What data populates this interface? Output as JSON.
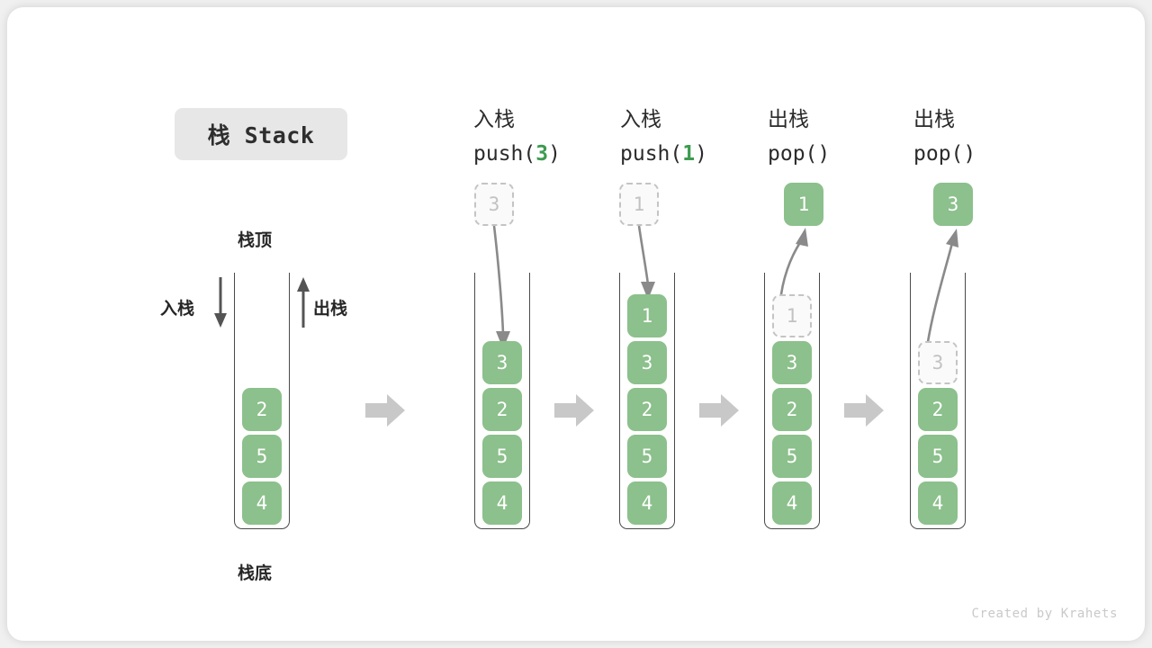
{
  "title_badge": {
    "label": "栈 Stack"
  },
  "left_diagram": {
    "top_label": "栈顶",
    "bottom_label": "栈底",
    "push_label": "入栈",
    "pop_label": "出栈",
    "cells": [
      "2",
      "5",
      "4"
    ]
  },
  "columns": [
    {
      "id": "push-3",
      "op_cn": "入栈",
      "op_code_prefix": "push(",
      "op_code_arg": "3",
      "op_code_suffix": ")",
      "floating": {
        "value": "3",
        "style": "ghost",
        "position": "above"
      },
      "arrow_direction": "down",
      "cells": [
        "3",
        "2",
        "5",
        "4"
      ],
      "ghost_cell_index": -1
    },
    {
      "id": "push-1",
      "op_cn": "入栈",
      "op_code_prefix": "push(",
      "op_code_arg": "1",
      "op_code_suffix": ")",
      "floating": {
        "value": "1",
        "style": "ghost",
        "position": "above"
      },
      "arrow_direction": "down",
      "cells": [
        "1",
        "3",
        "2",
        "5",
        "4"
      ],
      "ghost_cell_index": -1
    },
    {
      "id": "pop-1",
      "op_cn": "出栈",
      "op_code_prefix": "pop(",
      "op_code_arg": "",
      "op_code_suffix": ")",
      "floating": {
        "value": "1",
        "style": "solid",
        "position": "above"
      },
      "arrow_direction": "up",
      "cells": [
        "1",
        "3",
        "2",
        "5",
        "4"
      ],
      "ghost_cell_index": 0
    },
    {
      "id": "pop-3",
      "op_cn": "出栈",
      "op_code_prefix": "pop(",
      "op_code_arg": "",
      "op_code_suffix": ")",
      "floating": {
        "value": "3",
        "style": "solid",
        "position": "above"
      },
      "arrow_direction": "up",
      "cells": [
        "3",
        "2",
        "5",
        "4"
      ],
      "ghost_cell_index": 0
    }
  ],
  "transition_arrows": 4,
  "credit": "Created by Krahets",
  "colors": {
    "cell_green": "#8cc08c",
    "accent_green": "#3d9b4f",
    "ghost_border": "#c4c4c4",
    "ghost_text": "#c2c2c2",
    "stack_wall": "#4a4a4a",
    "block_arrow": "#c8c8c8",
    "badge_bg": "#e7e7e7",
    "text": "#2b2b2b",
    "credit": "#c9c9c9"
  }
}
